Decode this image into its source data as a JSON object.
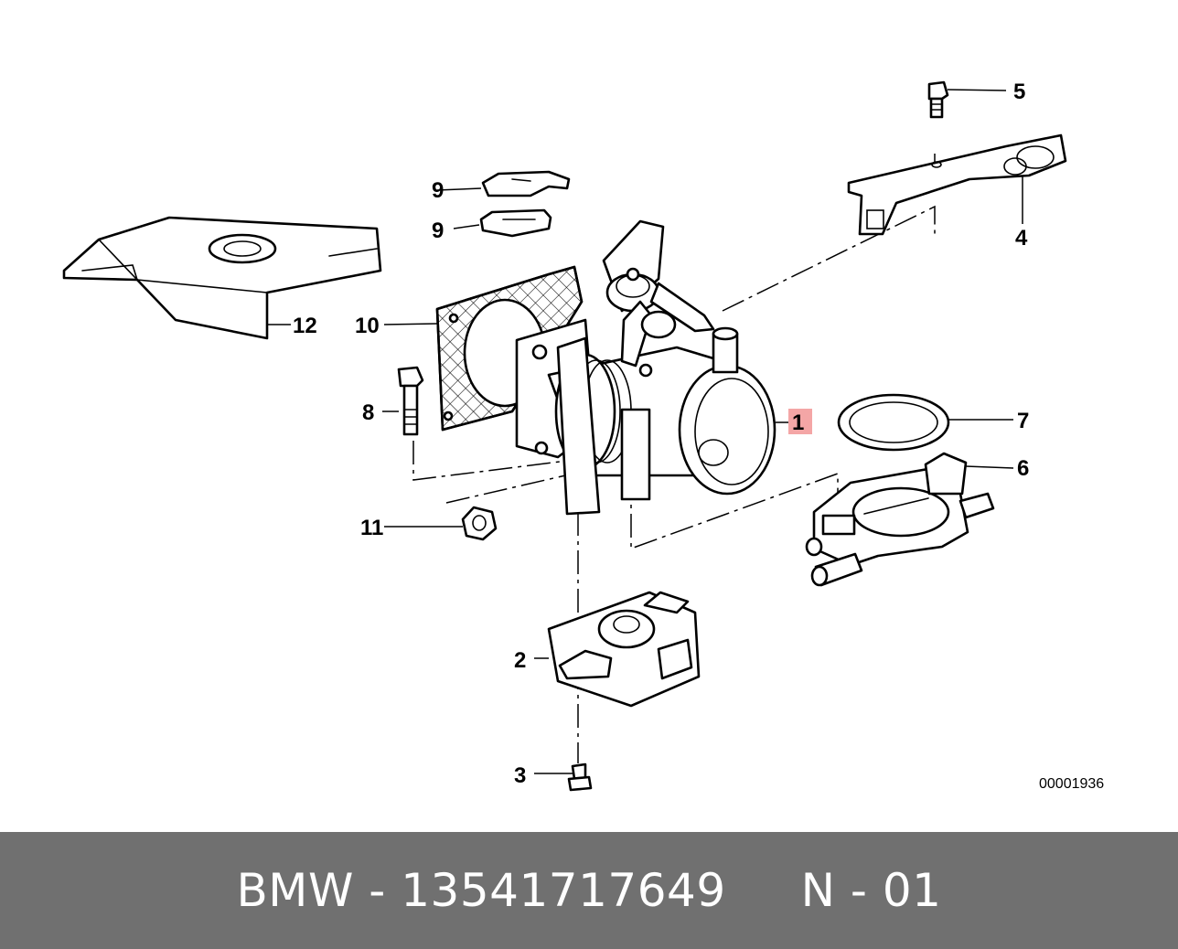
{
  "diagram": {
    "callouts": [
      {
        "id": "1",
        "label": "1",
        "highlight": true
      },
      {
        "id": "2",
        "label": "2"
      },
      {
        "id": "3",
        "label": "3"
      },
      {
        "id": "4",
        "label": "4"
      },
      {
        "id": "5",
        "label": "5"
      },
      {
        "id": "6",
        "label": "6"
      },
      {
        "id": "7",
        "label": "7"
      },
      {
        "id": "8",
        "label": "8"
      },
      {
        "id": "9a",
        "label": "9"
      },
      {
        "id": "9b",
        "label": "9"
      },
      {
        "id": "10",
        "label": "10"
      },
      {
        "id": "11",
        "label": "11"
      },
      {
        "id": "12",
        "label": "12"
      }
    ],
    "reference_number": "00001936",
    "highlight_color": "#f4a6a6"
  },
  "footer": {
    "brand": "BMW",
    "separator": " - ",
    "part_number": "13541717649",
    "suffix": "N - 01",
    "background_color": "#707070"
  }
}
